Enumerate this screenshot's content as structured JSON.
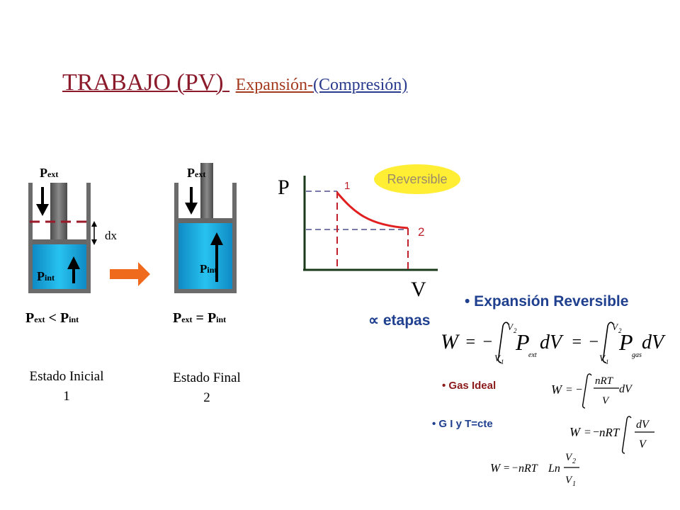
{
  "title": {
    "main": "TRABAJO  (PV)",
    "expansion": "Expansión",
    "dash": "-",
    "compression": "(Compresión)"
  },
  "left_cylinder": {
    "p_ext": "P",
    "p_ext_sub": "ext",
    "p_int": "P",
    "p_int_sub": "int",
    "dx": "dx"
  },
  "right_cylinder": {
    "p_ext": "P",
    "p_ext_sub": "ext",
    "p_int": "P",
    "p_int_sub": "int"
  },
  "relation_initial": {
    "a": "P",
    "a_sub": "ext",
    "op": "<",
    "b": "P",
    "b_sub": "int"
  },
  "relation_final": {
    "a": "P",
    "a_sub": "ext",
    "op": "=",
    "b": "P",
    "b_sub": "int"
  },
  "state_initial": {
    "label": "Estado Inicial",
    "number": "1"
  },
  "state_final": {
    "label": "Estado Final",
    "number": "2"
  },
  "graph": {
    "y_axis": "P",
    "x_axis": "V",
    "point1": "1",
    "point2": "2",
    "badge": "Reversible"
  },
  "infinite_stages": {
    "symbol": "∝",
    "text": "etapas"
  },
  "bullets": {
    "expansion_reversible": "• Expansión Reversible",
    "gas_ideal": "• Gas Ideal",
    "gi_tcte": "• G I  y T=cte"
  },
  "formulas": {
    "w": "W",
    "eq": "=",
    "minus": "−",
    "p": "P",
    "dv": "dV",
    "ext": "ext",
    "gas": "gas",
    "v1": "V",
    "v1_sub": "1",
    "v2": "V",
    "v2_sub": "2",
    "nrt": "nRT",
    "v": "V",
    "ln": "Ln"
  },
  "colors": {
    "cylinder_fill": "#1ab0e6",
    "wall": "#6b6b6b",
    "curve": "#e02020",
    "arrow": "#f06a1e",
    "dashed_red": "#c0202a",
    "dashed_blue": "#7a7aa8"
  }
}
